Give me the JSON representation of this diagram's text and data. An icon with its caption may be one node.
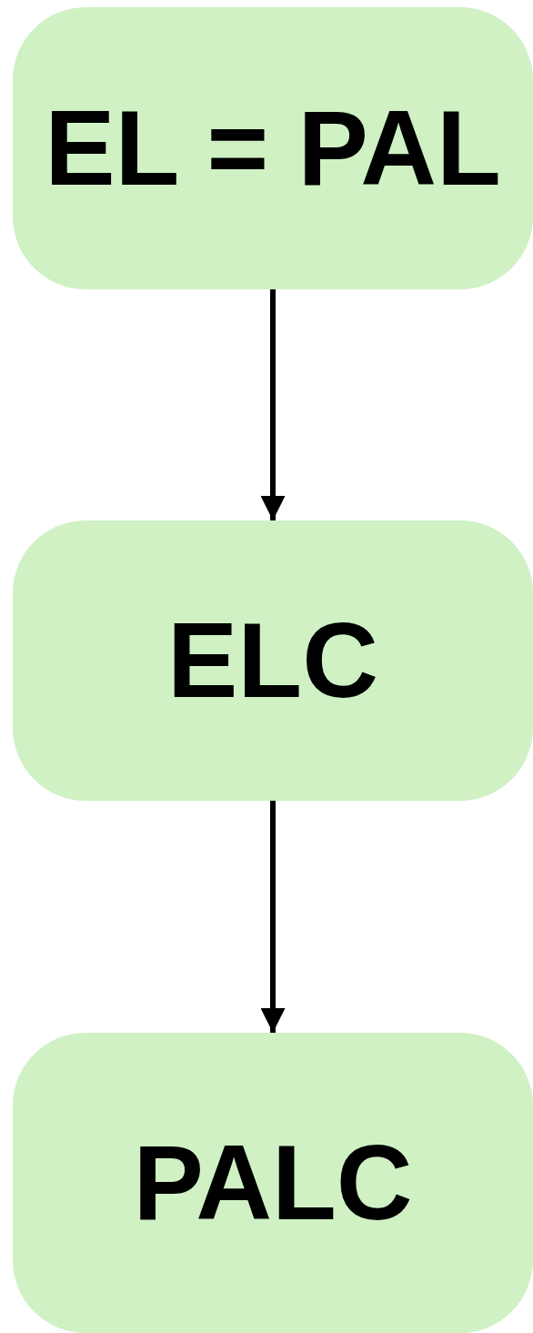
{
  "diagram": {
    "nodes": [
      {
        "text": [
          "EL = PAL"
        ]
      },
      {
        "text": [
          "ELC"
        ]
      },
      {
        "text": [
          "PALC"
        ]
      }
    ],
    "edges": [
      {
        "from": 0,
        "to": 1,
        "arrow": "to"
      },
      {
        "from": 1,
        "to": 2,
        "arrow": "to"
      }
    ]
  }
}
